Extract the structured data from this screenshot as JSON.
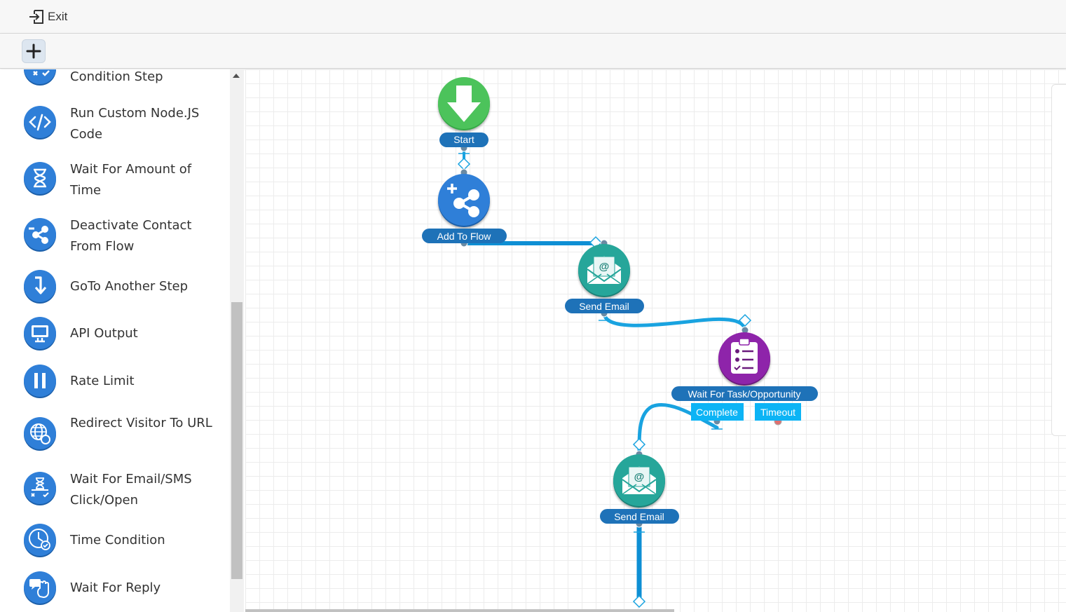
{
  "topbar": {
    "exit_label": "Exit"
  },
  "sidebar": {
    "items": [
      {
        "label": "Condition Step",
        "icon": "condition-icon"
      },
      {
        "label": "Run Custom Node.JS Code",
        "icon": "code-icon"
      },
      {
        "label": "Wait For Amount of Time",
        "icon": "hourglass-icon"
      },
      {
        "label": "Deactivate Contact From Flow",
        "icon": "share-icon"
      },
      {
        "label": "GoTo Another Step",
        "icon": "arrow-down-icon"
      },
      {
        "label": "API Output",
        "icon": "monitor-icon"
      },
      {
        "label": "Rate Limit",
        "icon": "pause-icon"
      },
      {
        "label": "Redirect Visitor To URL",
        "icon": "globe-icon"
      },
      {
        "label": "Wait For Email/SMS Click/Open",
        "icon": "hourglass-branch-icon"
      },
      {
        "label": "Time Condition",
        "icon": "clock-check-icon"
      },
      {
        "label": "Wait For Reply",
        "icon": "reply-hand-icon"
      }
    ]
  },
  "flow": {
    "nodes": [
      {
        "label": "Start",
        "icon": "arrow-down-icon",
        "color": "#4cc35b"
      },
      {
        "label": "Add To Flow",
        "icon": "add-share-icon",
        "color": "#2f7fd8"
      },
      {
        "label": "Send Email",
        "icon": "email-icon",
        "color": "#26a69a"
      },
      {
        "label": "Wait For Task/Opportunity",
        "icon": "checklist-icon",
        "color": "#8e24aa"
      },
      {
        "label": "Send Email",
        "icon": "email-icon",
        "color": "#26a69a"
      }
    ],
    "branches": {
      "complete": "Complete",
      "timeout": "Timeout"
    }
  },
  "colors": {
    "accent": "#1e72b8",
    "connector": "#19a3e0",
    "branch_bg": "#0cb4f5"
  }
}
